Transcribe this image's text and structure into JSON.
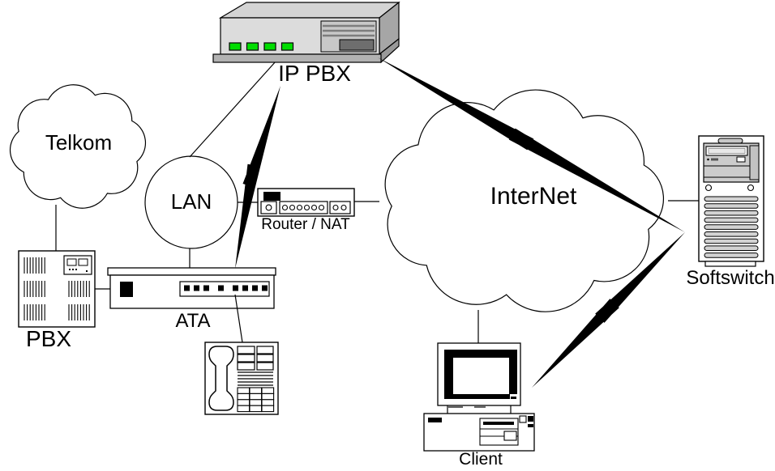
{
  "diagram": {
    "kind": "voip-network-topology",
    "nodes": {
      "ip_pbx": {
        "label": "IP PBX",
        "device": "rack-server-appliance",
        "led_count": 4
      },
      "telkom": {
        "label": "Telkom",
        "device": "cloud"
      },
      "lan": {
        "label": "LAN",
        "device": "network-circle"
      },
      "router_nat": {
        "label": "Router / NAT",
        "device": "router"
      },
      "internet": {
        "label": "InterNet",
        "device": "cloud"
      },
      "softswitch": {
        "label": "Softswitch",
        "device": "tower-server"
      },
      "pbx": {
        "label": "PBX",
        "device": "pbx-cabinet"
      },
      "ata": {
        "label": "ATA",
        "device": "analog-telephone-adapter"
      },
      "phone": {
        "label": "",
        "device": "desk-telephone"
      },
      "client": {
        "label": "Client",
        "device": "desktop-computer"
      }
    },
    "connections": [
      {
        "id": "telkom-pbx",
        "from": "telkom",
        "to": "pbx",
        "style": "line"
      },
      {
        "id": "pbx-ata",
        "from": "pbx",
        "to": "ata",
        "style": "line"
      },
      {
        "id": "ippbx-lan",
        "from": "ip_pbx",
        "to": "lan",
        "style": "line"
      },
      {
        "id": "lan-ata",
        "from": "lan",
        "to": "ata",
        "style": "line"
      },
      {
        "id": "lan-router",
        "from": "lan",
        "to": "router_nat",
        "style": "line"
      },
      {
        "id": "router-internet",
        "from": "router_nat",
        "to": "internet",
        "style": "line"
      },
      {
        "id": "internet-softswitch",
        "from": "internet",
        "to": "softswitch",
        "style": "line"
      },
      {
        "id": "internet-client",
        "from": "internet",
        "to": "client",
        "style": "line"
      },
      {
        "id": "ata-phone",
        "from": "ata",
        "to": "phone",
        "style": "line"
      },
      {
        "id": "ippbx-ata-bolt",
        "from": "ip_pbx",
        "to": "ata",
        "style": "lightning"
      },
      {
        "id": "ippbx-softswitch-bolt",
        "from": "ip_pbx",
        "to": "softswitch",
        "style": "lightning"
      },
      {
        "id": "softswitch-client-bolt",
        "from": "softswitch",
        "to": "client",
        "style": "lightning"
      }
    ],
    "colors": {
      "stroke": "#000000",
      "background": "#ffffff",
      "led_green": "#00dd00",
      "device_light": "#dcdcdc",
      "device_mid": "#b2b2b2",
      "device_dark": "#6e6e6e",
      "slat_gray": "#d2d2d2"
    }
  }
}
